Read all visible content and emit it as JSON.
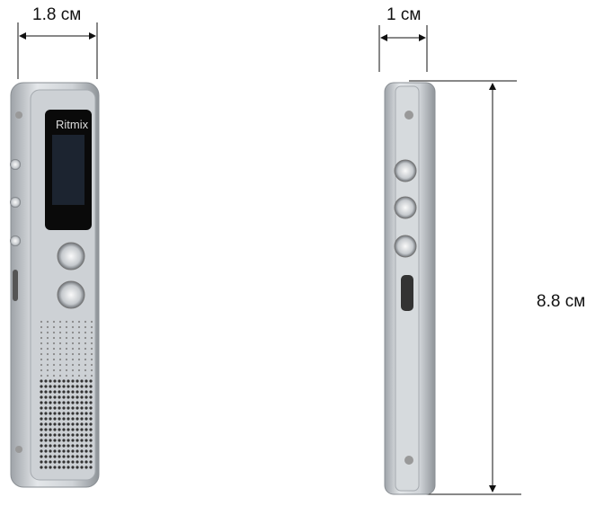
{
  "dimensions": {
    "width_label": "1.8 см",
    "depth_label": "1 см",
    "height_label": "8.8 см"
  },
  "device": {
    "brand": "Ritmix"
  },
  "colors": {
    "body": "#c8ccd0",
    "screen": "#0a0a0a",
    "lcd": "#1c2430"
  }
}
